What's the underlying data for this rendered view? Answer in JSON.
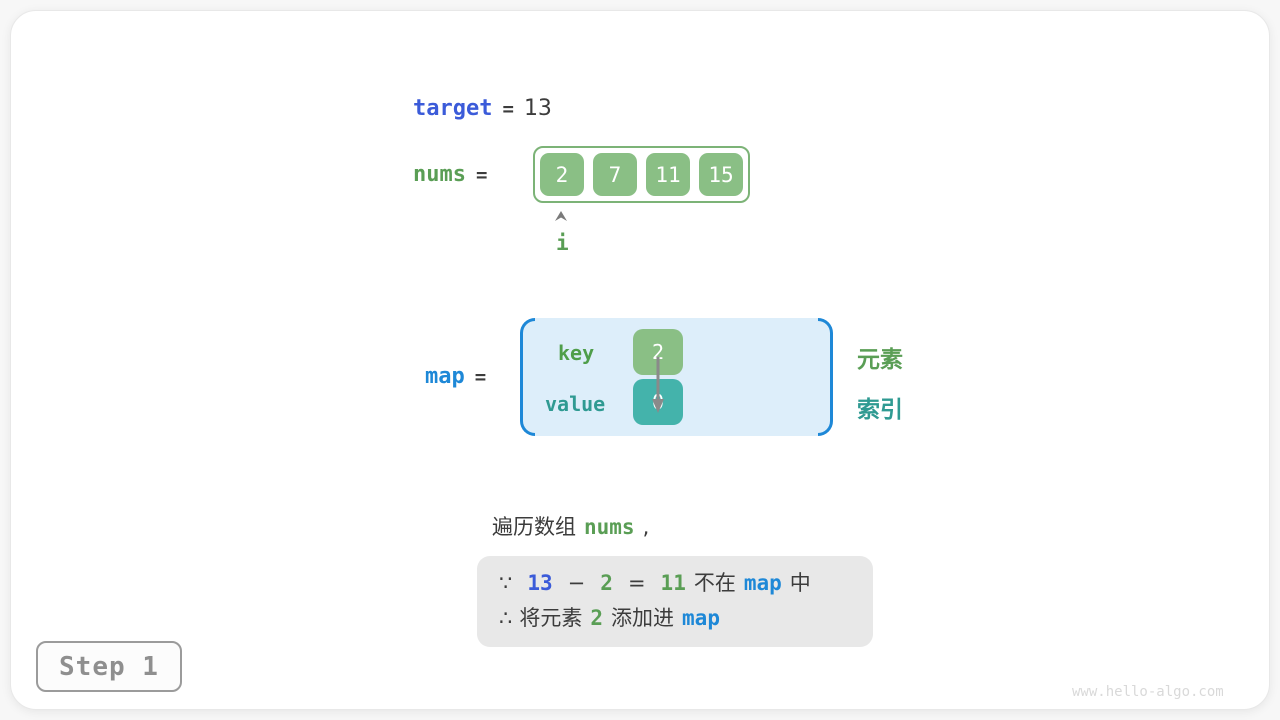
{
  "colors": {
    "target_keyword": "#3b5bd9",
    "map_keyword": "#1e88d7",
    "green_label": "#5a9e55",
    "green_cell": "#8abf85",
    "teal_label": "#2f9a92",
    "teal_cell": "#44b3ab",
    "map_panel_bg": "#ddeefa",
    "note_box_bg": "#e8e8e8",
    "body_text": "#3c3c3c"
  },
  "target": {
    "keyword": "target",
    "equals": "=",
    "value": "13"
  },
  "nums": {
    "keyword": "nums",
    "equals": "=",
    "cells": [
      "2",
      "7",
      "11",
      "15"
    ],
    "pointer_label": "i"
  },
  "map": {
    "keyword": "map",
    "equals": "=",
    "key_label": "key",
    "key_value": "2",
    "value_label": "value",
    "value_value": "0",
    "element_annotation": "元素",
    "index_annotation": "索引"
  },
  "narration": {
    "prefix": "遍历数组",
    "code": "nums",
    "comma": ","
  },
  "note": {
    "line1": {
      "because": "∵",
      "minuend": "13",
      "minus": "−",
      "subtrahend": "2",
      "equals": "=",
      "difference": "11",
      "text_not_in": "不在",
      "code": "map",
      "text_in": "中"
    },
    "line2": {
      "therefore": "∴",
      "text_add_elem": "将元素",
      "number": "2",
      "text_add_into": "添加进",
      "code": "map"
    }
  },
  "step": {
    "label": "Step 1"
  },
  "watermark": "www.hello-algo.com"
}
